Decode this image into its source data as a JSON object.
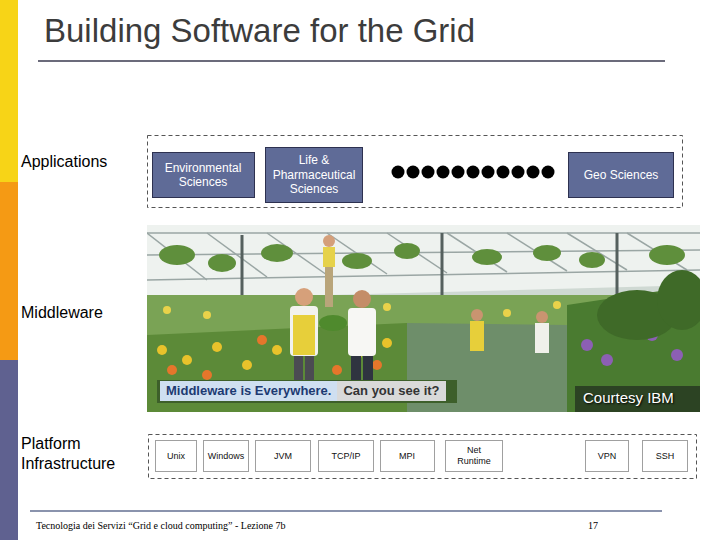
{
  "diagram": {
    "title": "Building Software for the Grid",
    "nodes": [
      {
        "text": [
          "Environmental Sciences"
        ]
      },
      {
        "text": [
          "Life & Pharmaceutical Sciences"
        ]
      },
      {
        "text": [
          "Geo Sciences"
        ]
      },
      {
        "text": [
          "Unix"
        ]
      },
      {
        "text": [
          "Windows"
        ]
      },
      {
        "text": [
          "JVM"
        ]
      },
      {
        "text": [
          "TCP/IP"
        ]
      },
      {
        "text": [
          "MPI"
        ]
      },
      {
        "text": [
          "Net Runtime"
        ]
      },
      {
        "text": [
          "VPN"
        ]
      },
      {
        "text": [
          "SSH"
        ]
      }
    ],
    "labels": [
      "Applications",
      "Middleware",
      "Platform Infrastructure",
      "Middleware is Everywhere.",
      "Can you see it?",
      "Courtesy IBM",
      "Tecnologia dei Servizi “Grid e cloud computing” - Lezione 7b",
      "17"
    ]
  }
}
